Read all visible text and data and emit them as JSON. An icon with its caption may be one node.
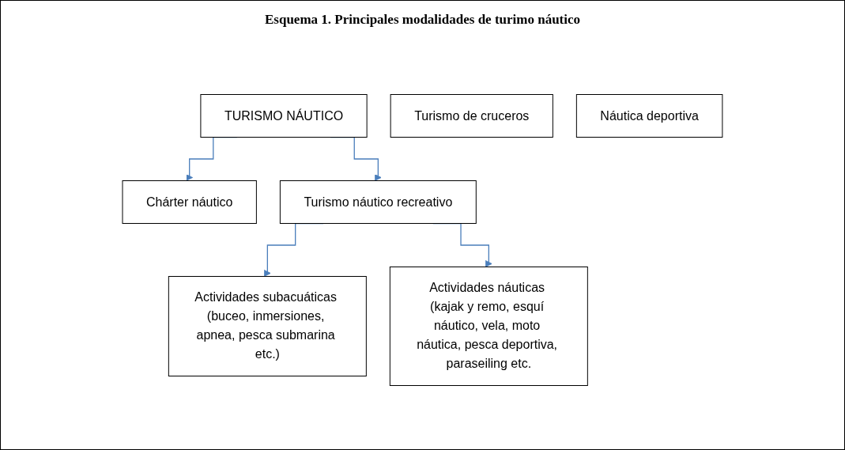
{
  "diagram": {
    "title": "Esquema 1. Principales modalidades de turimo náutico",
    "nodes": [
      {
        "text": [
          "TURISMO NÁUTICO"
        ]
      },
      {
        "text": [
          "Turismo de cruceros"
        ]
      },
      {
        "text": [
          "Chárter náutico"
        ]
      },
      {
        "text": [
          "Náutica deportiva"
        ]
      },
      {
        "text": [
          "Turismo náutico recreativo"
        ]
      },
      {
        "text": [
          "Actividades subacuáticas (buceo, inmersiones, apnea, pesca submarina etc.)"
        ]
      },
      {
        "text": [
          "Actividades náuticas (kajak y remo, esquí náutico, vela, moto náutica, pesca deportiva, paraseiling etc."
        ]
      }
    ],
    "edges": [
      {
        "from": 0,
        "to": 2,
        "arrow": "to"
      },
      {
        "from": 0,
        "to": 4,
        "arrow": "to"
      },
      {
        "from": 4,
        "to": 5,
        "arrow": "to"
      },
      {
        "from": 4,
        "to": 6,
        "arrow": "to"
      }
    ]
  }
}
